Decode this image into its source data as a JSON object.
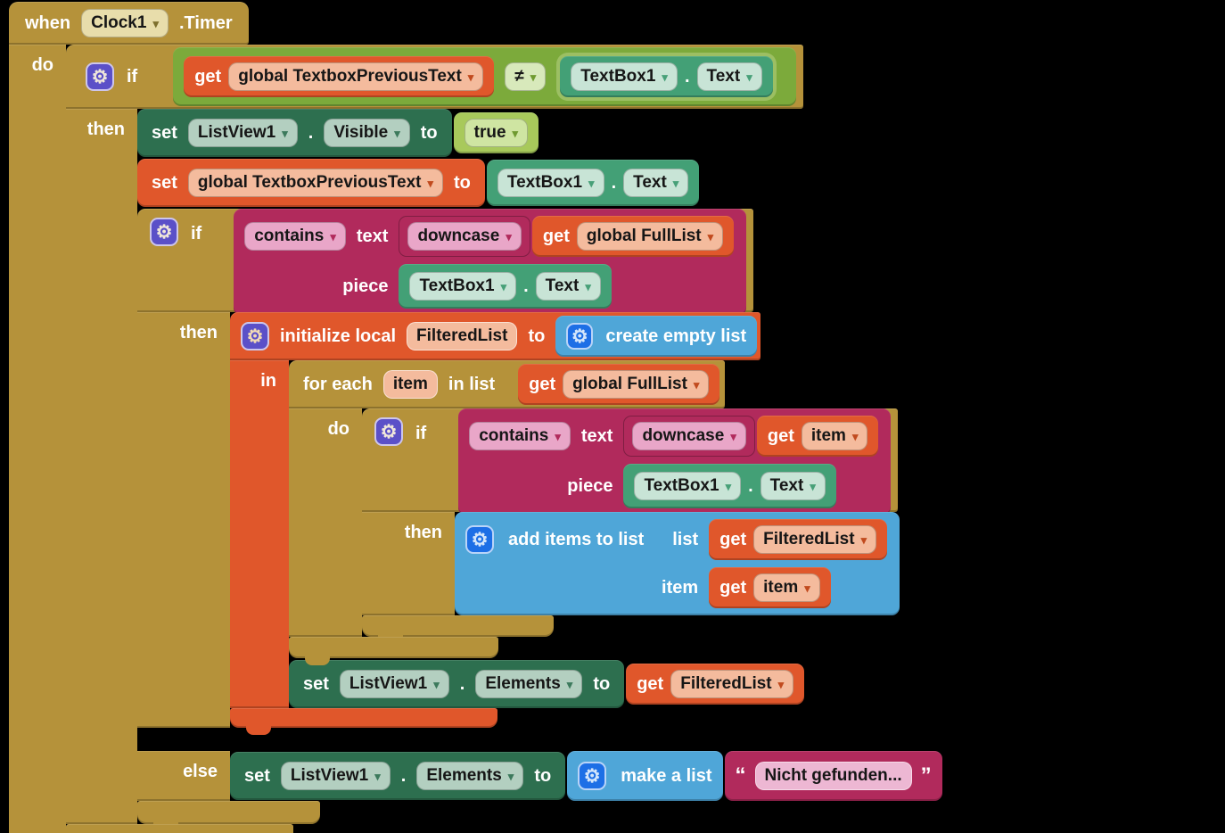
{
  "icons": {
    "gear": "⚙",
    "chevron": "▾"
  },
  "colors": {
    "canvas_bg": "#000000",
    "control_gold": "#b5923a",
    "variables_orange": "#e0572b",
    "variables_field": "#f4bb9d",
    "text_magenta": "#b12a5c",
    "text_field": "#e9a6c8",
    "lists_blue": "#4fa6d8",
    "logic_green": "#7caa3b",
    "logic_light_green": "#a8c95b",
    "setter_dark_green": "#2d6f4f",
    "setter_field": "#b3cfc0",
    "getter_teal": "#43a076",
    "getter_field": "#c8e4d6",
    "event_field_tan": "#e8ddab",
    "gear_indigo": "#5b50c8",
    "gear_blue": "#1d6fe6"
  },
  "labels": {
    "when": "when",
    "timer_event": ".Timer",
    "do": "do",
    "if": "if",
    "then": "then",
    "else": "else",
    "in": "in",
    "set": "set",
    "get": "get",
    "to": "to",
    "dot": ".",
    "not_equal": "≠",
    "true_value": "true",
    "contains": "contains",
    "downcase": "downcase",
    "text": "text",
    "piece": "piece",
    "for_each": "for each",
    "in_list": "in list",
    "list": "list",
    "item": "item",
    "initialize_local": "initialize local",
    "create_empty_list": "create empty list",
    "add_items_to_list": "add items to list",
    "make_a_list": "make a list",
    "open_quote": "“",
    "close_quote": "”"
  },
  "values": {
    "clock_component": "Clock1",
    "listview_component": "ListView1",
    "textbox_component": "TextBox1",
    "visible_property": "Visible",
    "elements_property": "Elements",
    "text_property": "Text",
    "global_previous_text": "global TextboxPreviousText",
    "global_full_list": "global FullList",
    "filtered_list": "FilteredList",
    "item_var": "item",
    "not_found_string": "Nicht gefunden..."
  }
}
